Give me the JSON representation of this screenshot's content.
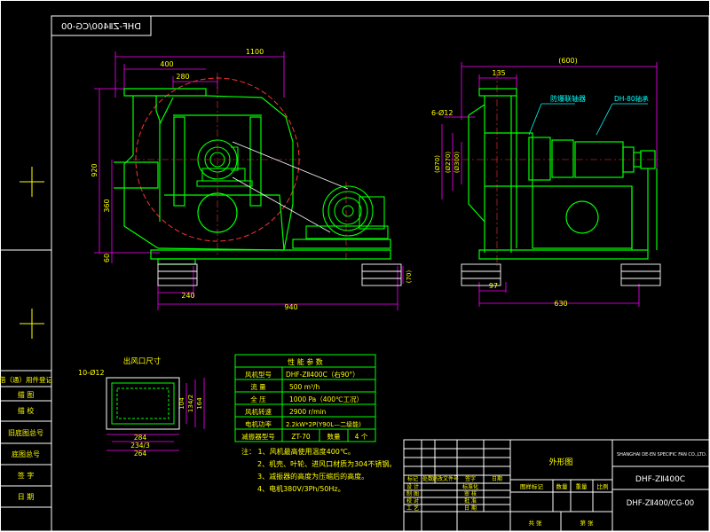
{
  "mirrored_code": "DHF-ZⅡ400/CG-00",
  "front_view": {
    "dims": {
      "overall_width": "1100",
      "outlet_width": "400",
      "outlet_inner": "280",
      "height_total": "920",
      "height_center": "360",
      "base_height": "60",
      "base_left": "240",
      "base_overall": "940"
    }
  },
  "side_view": {
    "dims": {
      "top": "135",
      "overall": "(600)",
      "bolts": "6-Ø12",
      "d1": "(Ø70)",
      "d2": "(Ø270)",
      "d3": "(Ø300)",
      "base_left": "97",
      "base_overall": "630",
      "right_h": "(70)"
    },
    "callout_coupling": "防爆联轴器",
    "callout_bearing": "DH-80轴承"
  },
  "outlet": {
    "title": "出风口尺寸",
    "holes": "10-Ø12",
    "w_outer": "264",
    "w_mid": "234/3",
    "w_inner": "284",
    "h_inner": "104",
    "h_mid": "134/2",
    "h_outer": "164"
  },
  "perf_table": {
    "title": "性  能  参  数",
    "rows": [
      {
        "label": "风机型号",
        "value": "DHF-ZⅡ400C（右90°）",
        "extra": ""
      },
      {
        "label": "流    量",
        "value": "500    m³/h",
        "extra": ""
      },
      {
        "label": "全    压",
        "value": "1000    Pa（400℃工况）",
        "extra": ""
      },
      {
        "label": "风机转速",
        "value": "2900    r/min",
        "extra": ""
      },
      {
        "label": "电机功率",
        "value": "2.2kW*2P(Y90L—二级能)",
        "extra": ""
      },
      {
        "label": "减振器型号",
        "value": "ZT-70",
        "extra": "数量"
      },
      {
        "label": "",
        "value": "",
        "extra": "4 个"
      }
    ]
  },
  "notes": [
    "注： 1、风机最高使用温度400℃。",
    "2、机壳、叶轮、进风口材质为304不锈钢。",
    "3、减振器的高度为压缩后的高度。",
    "4、电机380V/3Ph/50Hz。"
  ],
  "left_strip": [
    "借（通）用件登记",
    "描    图",
    "描    校",
    "旧底图总号",
    "底图总号",
    "签    字",
    "日    期"
  ],
  "title_block": {
    "company": "SHANGHAI DE-EN SPECIFIC FAN CO.,LTD.",
    "drawing_name": "外形图",
    "model": "DHF-ZⅡ400C",
    "code": "DHF-ZⅡ400/CG-00",
    "labels": {
      "mark": "标记",
      "count": "处数",
      "change_doc": "更改文件号",
      "sign": "签字",
      "date": "日期",
      "design": "设  计",
      "draw": "制  图",
      "check": "校  对",
      "process": "工  艺",
      "standard": "标准化",
      "review": "审  核",
      "approve": "批  准",
      "date2": "日  期",
      "stage": "图样标记",
      "qty": "数量",
      "weight": "重量",
      "scale": "比例",
      "sheets": "共    张",
      "sheet": "第    张"
    }
  },
  "colors": {
    "frame": "#ffffff",
    "outline": "#00ff00",
    "dimension": "#ff00ff",
    "center": "#ff3333",
    "text": "#ffff00",
    "cyan": "#00ffff"
  }
}
